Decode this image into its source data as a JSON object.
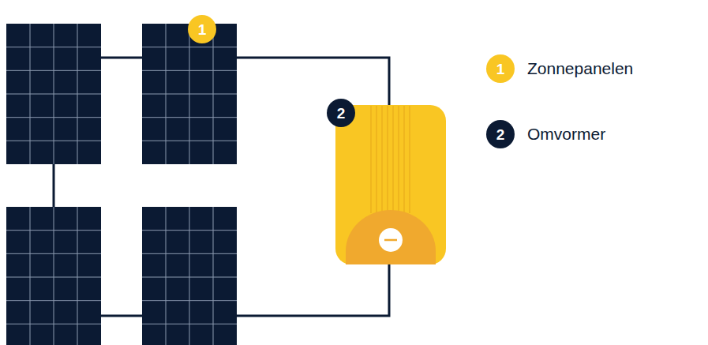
{
  "diagram": {
    "labels": [
      "1",
      "2",
      "1",
      "2"
    ],
    "legend": [
      {
        "text": "Zonnepanelen",
        "color": "#f9c623"
      },
      {
        "text": "Omvormer",
        "color": "#0b1a33"
      }
    ]
  }
}
